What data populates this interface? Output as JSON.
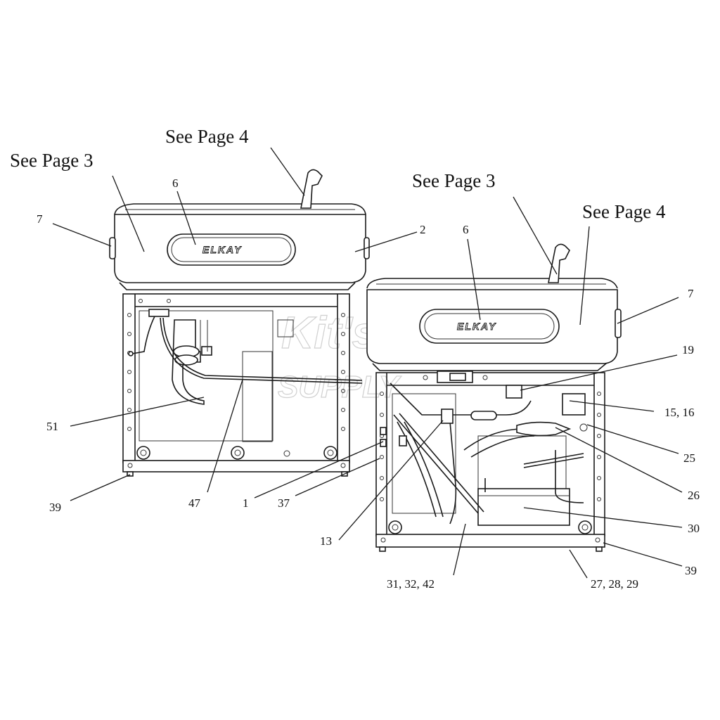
{
  "references": {
    "left_page3": "See Page 3",
    "left_page4": "See Page 4",
    "right_page3": "See Page 3",
    "right_page4": "See Page 4"
  },
  "brand": {
    "left_logo": "ELKAY",
    "right_logo": "ELKAY"
  },
  "watermark": {
    "line1": "Kit's",
    "line2": "SUPPLY"
  },
  "callouts": {
    "c7_left": "7",
    "c6_left": "6",
    "c2": "2",
    "c51": "51",
    "c39_left": "39",
    "c47": "47",
    "c1": "1",
    "c37": "37",
    "c13": "13",
    "c6_right": "6",
    "c7_right": "7",
    "c19": "19",
    "c15_16": "15, 16",
    "c25": "25",
    "c26": "26",
    "c30": "30",
    "c39_right": "39",
    "c27_28_29": "27, 28, 29",
    "c31_32_42": "31, 32, 42"
  }
}
